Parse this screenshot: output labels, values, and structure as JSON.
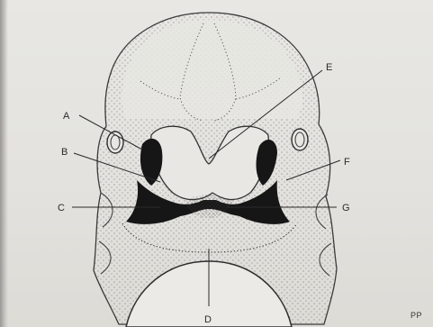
{
  "labels": {
    "A": "A",
    "B": "B",
    "C": "C",
    "D": "D",
    "E": "E",
    "F": "F",
    "G": "G"
  },
  "corner_mark": "PP",
  "colors": {
    "ink": "#2a2a2a",
    "paper": "#e6e5e1",
    "cavity": "#161616"
  }
}
